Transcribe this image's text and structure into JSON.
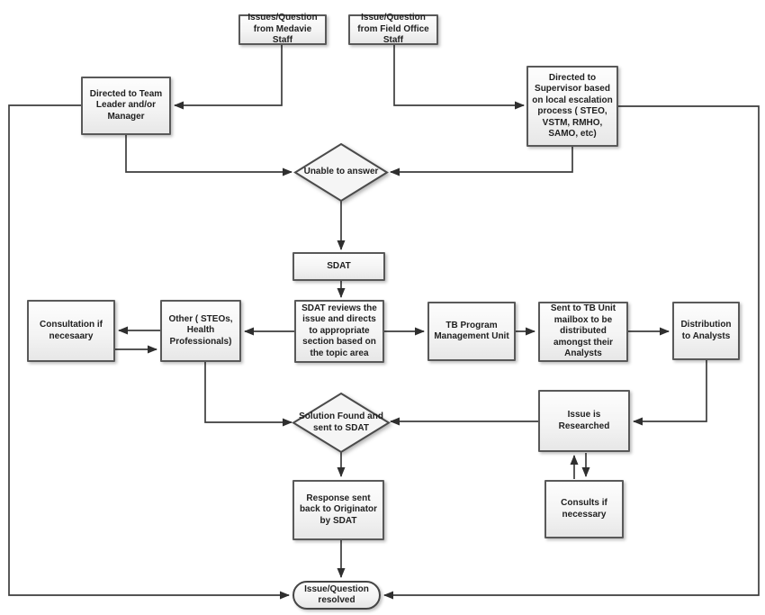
{
  "diagram_type": "flowchart",
  "colors": {
    "node_border": "#595959",
    "node_fill_top": "#fdfdfd",
    "node_fill_bottom": "#e7e7e7",
    "connector": "#3d3d3d",
    "background": "#ffffff"
  },
  "nodes": {
    "medavie": {
      "shape": "box",
      "label": "Issues/Question from Medavie Staff"
    },
    "field_office": {
      "shape": "box",
      "label": "Issue/Question from Field Office Staff"
    },
    "team_leader": {
      "shape": "box",
      "label": "Directed to Team Leader and/or Manager"
    },
    "supervisor": {
      "shape": "box",
      "label": "Directed to Supervisor based on local escalation process ( STEO, VSTM, RMHO, SAMO, etc)"
    },
    "unable": {
      "shape": "diamond",
      "label": "Unable to answer"
    },
    "sdat": {
      "shape": "box",
      "label": "SDAT"
    },
    "consultation": {
      "shape": "box",
      "label": "Consultation if necesaary"
    },
    "other": {
      "shape": "box",
      "label": "Other ( STEOs, Health Professionals)"
    },
    "sdat_reviews": {
      "shape": "box",
      "label": "SDAT reviews the issue and directs to appropriate section based on the topic area"
    },
    "tb_program": {
      "shape": "box",
      "label": "TB Program Management Unit"
    },
    "tb_mailbox": {
      "shape": "box",
      "label": "Sent to TB Unit mailbox to be distributed amongst their Analysts"
    },
    "distribution": {
      "shape": "box",
      "label": "Distribution to Analysts"
    },
    "solution_found": {
      "shape": "diamond",
      "label": "Solution Found and sent to SDAT"
    },
    "issue_researched": {
      "shape": "box",
      "label": "Issue is Researched"
    },
    "consults": {
      "shape": "box",
      "label": "Consults if necessary"
    },
    "response": {
      "shape": "box",
      "label": "Response sent back to Originator by SDAT"
    },
    "resolved": {
      "shape": "oval",
      "label": "Issue/Question resolved"
    }
  },
  "edges": [
    {
      "from": "medavie",
      "to": "team_leader"
    },
    {
      "from": "field_office",
      "to": "supervisor"
    },
    {
      "from": "team_leader",
      "to": "unable"
    },
    {
      "from": "supervisor",
      "to": "unable"
    },
    {
      "from": "unable",
      "to": "sdat"
    },
    {
      "from": "sdat",
      "to": "sdat_reviews"
    },
    {
      "from": "sdat_reviews",
      "to": "other"
    },
    {
      "from": "other",
      "to": "consultation"
    },
    {
      "from": "consultation",
      "to": "other"
    },
    {
      "from": "sdat_reviews",
      "to": "tb_program"
    },
    {
      "from": "tb_program",
      "to": "tb_mailbox"
    },
    {
      "from": "tb_mailbox",
      "to": "distribution"
    },
    {
      "from": "other",
      "to": "solution_found"
    },
    {
      "from": "distribution",
      "to": "issue_researched"
    },
    {
      "from": "issue_researched",
      "to": "solution_found"
    },
    {
      "from": "issue_researched",
      "to": "consults"
    },
    {
      "from": "consults",
      "to": "issue_researched"
    },
    {
      "from": "solution_found",
      "to": "response"
    },
    {
      "from": "response",
      "to": "resolved"
    },
    {
      "from": "team_leader",
      "to": "resolved"
    },
    {
      "from": "supervisor",
      "to": "resolved"
    }
  ]
}
